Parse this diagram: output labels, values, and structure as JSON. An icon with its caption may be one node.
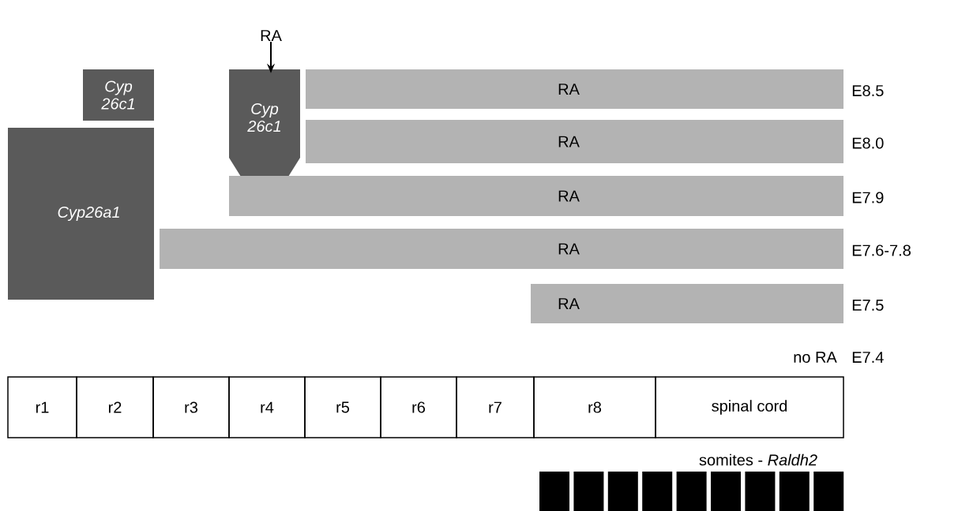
{
  "diagram": {
    "nodes": [
      {
        "text": [
          "RA"
        ]
      },
      {
        "text": [
          "Cyp 26c1"
        ]
      },
      {
        "text": [
          "Cyp26a1"
        ]
      },
      {
        "text": [
          "Cyp 26c1"
        ]
      },
      {
        "text": [
          "RA"
        ],
        "beside": [
          "E8.5"
        ]
      },
      {
        "text": [
          "RA"
        ],
        "beside": [
          "E8.0"
        ]
      },
      {
        "text": [
          "RA"
        ],
        "beside": [
          "E7.9"
        ]
      },
      {
        "text": [
          "RA"
        ],
        "beside": [
          "E7.6-7.8"
        ]
      },
      {
        "text": [
          "RA"
        ],
        "beside": [
          "E7.5"
        ]
      },
      {
        "text": [
          "r1"
        ]
      },
      {
        "text": [
          "r2"
        ]
      },
      {
        "text": [
          "r3"
        ]
      },
      {
        "text": [
          "r4"
        ]
      },
      {
        "text": [
          "r5"
        ]
      },
      {
        "text": [
          "r6"
        ]
      },
      {
        "text": [
          "r7"
        ]
      },
      {
        "text": [
          "r8"
        ]
      },
      {
        "text": [
          "spinal cord"
        ]
      }
    ],
    "edges": [
      {
        "from": 0,
        "to": 3,
        "arrow": "to"
      }
    ],
    "labels": [
      "no RA",
      "E7.4",
      "somites - *Raldh2*"
    ]
  }
}
